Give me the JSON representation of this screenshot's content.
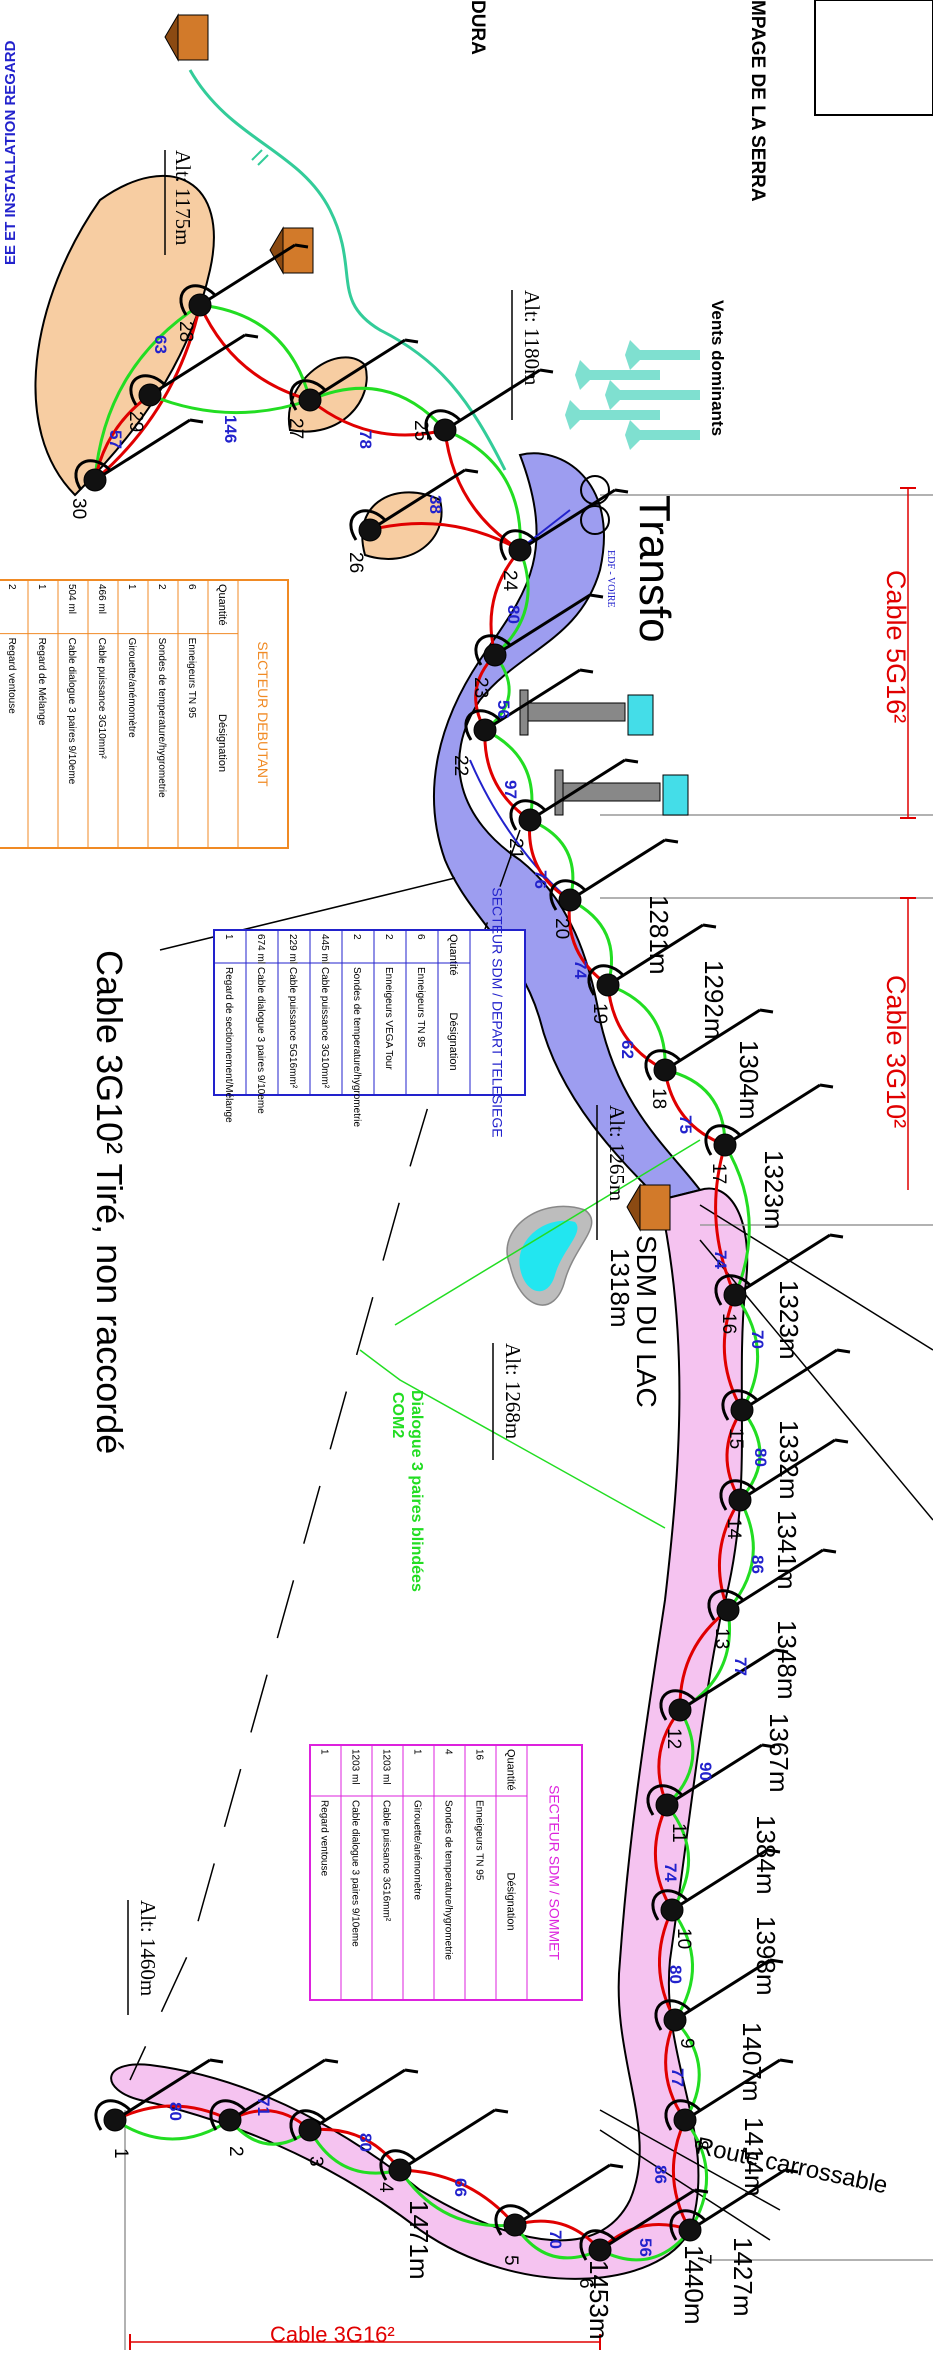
{
  "header": {
    "page_title": "MPAGE DE LA SERRA",
    "site_fragment": "DURA",
    "regard_label": "EE ET INSTALLATION REGARD"
  },
  "winds": {
    "label": "Vents dominants",
    "arrow_color": "#7fe0d0"
  },
  "transfo": {
    "label": "Transfo",
    "sub_label": "EDF - VOIRE"
  },
  "cables": {
    "top": "Cable 5G16²",
    "middle": "Cable 3G10²",
    "bottom": "Cable 3G16²",
    "pulled": "Cable 3G10² Tiré, non raccordé",
    "dialogue": "Dialogue 3 paires blindées",
    "dialogue_sub": "COM2",
    "road": "Route carrossable"
  },
  "station": {
    "label": "SDM DU LAC",
    "alt": "1318m"
  },
  "altitudes": {
    "a1175": "Alt: 1175m",
    "a1180": "Alt: 1180m",
    "a1265": "Alt: 1265m",
    "a1268": "Alt: 1268m",
    "a1460": "Alt: 1460m"
  },
  "pole_altitudes": [
    {
      "id": "p20",
      "text": "1281m"
    },
    {
      "id": "p19",
      "text": "1292m"
    },
    {
      "id": "p18",
      "text": "1304m"
    },
    {
      "id": "p17",
      "text": "1323m"
    },
    {
      "id": "p16",
      "text": "1323m"
    },
    {
      "id": "p15",
      "text": "1332m"
    },
    {
      "id": "p14",
      "text": "1341m"
    },
    {
      "id": "p13",
      "text": "1348m"
    },
    {
      "id": "p12",
      "text": "1367m"
    },
    {
      "id": "p11",
      "text": "1384m"
    },
    {
      "id": "p10",
      "text": "1398m"
    },
    {
      "id": "p9",
      "text": "1407m"
    },
    {
      "id": "p8",
      "text": "1414m"
    },
    {
      "id": "p7",
      "text": "1427m"
    },
    {
      "id": "p6",
      "text": "1440m"
    },
    {
      "id": "p5",
      "text": "1453m"
    },
    {
      "id": "p4",
      "text": "1471m"
    }
  ],
  "poles": [
    {
      "n": "1"
    },
    {
      "n": "2"
    },
    {
      "n": "3"
    },
    {
      "n": "4"
    },
    {
      "n": "5"
    },
    {
      "n": "6"
    },
    {
      "n": "7"
    },
    {
      "n": "8"
    },
    {
      "n": "9"
    },
    {
      "n": "10"
    },
    {
      "n": "11"
    },
    {
      "n": "12"
    },
    {
      "n": "13"
    },
    {
      "n": "14"
    },
    {
      "n": "15"
    },
    {
      "n": "16"
    },
    {
      "n": "17"
    },
    {
      "n": "18"
    },
    {
      "n": "19"
    },
    {
      "n": "20"
    },
    {
      "n": "21"
    },
    {
      "n": "22"
    },
    {
      "n": "23"
    },
    {
      "n": "24"
    },
    {
      "n": "25"
    },
    {
      "n": "26"
    },
    {
      "n": "27"
    },
    {
      "n": "28"
    },
    {
      "n": "29"
    },
    {
      "n": "30"
    }
  ],
  "spans": [
    {
      "v": "80"
    },
    {
      "v": "71"
    },
    {
      "v": "80"
    },
    {
      "v": "66"
    },
    {
      "v": "70"
    },
    {
      "v": "56"
    },
    {
      "v": "86"
    },
    {
      "v": "77"
    },
    {
      "v": "80"
    },
    {
      "v": "74"
    },
    {
      "v": "90"
    },
    {
      "v": "77"
    },
    {
      "v": "86"
    },
    {
      "v": "80"
    },
    {
      "v": "70"
    },
    {
      "v": "74"
    },
    {
      "v": "75"
    },
    {
      "v": "62"
    },
    {
      "v": "74"
    },
    {
      "v": "76"
    },
    {
      "v": "97"
    },
    {
      "v": "56"
    },
    {
      "v": "80"
    },
    {
      "v": "38"
    },
    {
      "v": "78"
    },
    {
      "v": "146"
    },
    {
      "v": "63"
    },
    {
      "v": "57"
    }
  ],
  "tables": {
    "debutant": {
      "title": "SECTEUR DEBUTANT",
      "col_qty": "Quantité",
      "col_desc": "Désignation",
      "rows": [
        {
          "qty": "6",
          "desc": "Enneigeurs TN 95"
        },
        {
          "qty": "2",
          "desc": "Sondes de temperature/hygrometrie"
        },
        {
          "qty": "1",
          "desc": "Girouette/anémomètre"
        },
        {
          "qty": "466 ml",
          "desc": "Cable puissance 3G10mm²"
        },
        {
          "qty": "504 ml",
          "desc": "Cable dialogue 3 paires 9/10eme"
        },
        {
          "qty": "1",
          "desc": "Regard de Mélange"
        },
        {
          "qty": "2",
          "desc": "Regard ventouse"
        }
      ]
    },
    "depart": {
      "title": "SECTEUR SDM / DEPART TELESIEGE",
      "col_qty": "Quantité",
      "col_desc": "Désignation",
      "rows": [
        {
          "qty": "6",
          "desc": "Enneigeurs TN 95"
        },
        {
          "qty": "2",
          "desc": "Enneigeurs VEGA Tour"
        },
        {
          "qty": "2",
          "desc": "Sondes de temperature/hygrometrie"
        },
        {
          "qty": "445 ml",
          "desc": "Cable puissance 3G10mm²"
        },
        {
          "qty": "229 ml",
          "desc": "Cable puissance 5G16mm²"
        },
        {
          "qty": "674 ml",
          "desc": "Cable dialogue 3 paires 9/10eme"
        },
        {
          "qty": "1",
          "desc": "Regard de sectionnement/Mélange"
        }
      ]
    },
    "sommet": {
      "title": "SECTEUR SDM / SOMMET",
      "col_qty": "Quantité",
      "col_desc": "Désignation",
      "rows": [
        {
          "qty": "16",
          "desc": "Enneigeurs TN 95"
        },
        {
          "qty": "4",
          "desc": "Sondes de temperature/hygrometrie"
        },
        {
          "qty": "1",
          "desc": "Girouette/anémomètre"
        },
        {
          "qty": "1203 ml",
          "desc": "Cable puissance 3G16mm²"
        },
        {
          "qty": "1203 ml",
          "desc": "Cable dialogue 3 paires 9/10eme"
        },
        {
          "qty": "1",
          "desc": "Regard ventouse"
        }
      ]
    }
  },
  "colors": {
    "red": "#e00000",
    "green": "#22dd22",
    "blue": "#2222cc",
    "orange": "#f08a24",
    "magenta": "#dd22dd",
    "zone_blue": "#9d9df0",
    "zone_pink": "#f5c3f0",
    "zone_orange": "#f7cda2",
    "lake": "#22e6f0",
    "teal": "#33cc99"
  }
}
